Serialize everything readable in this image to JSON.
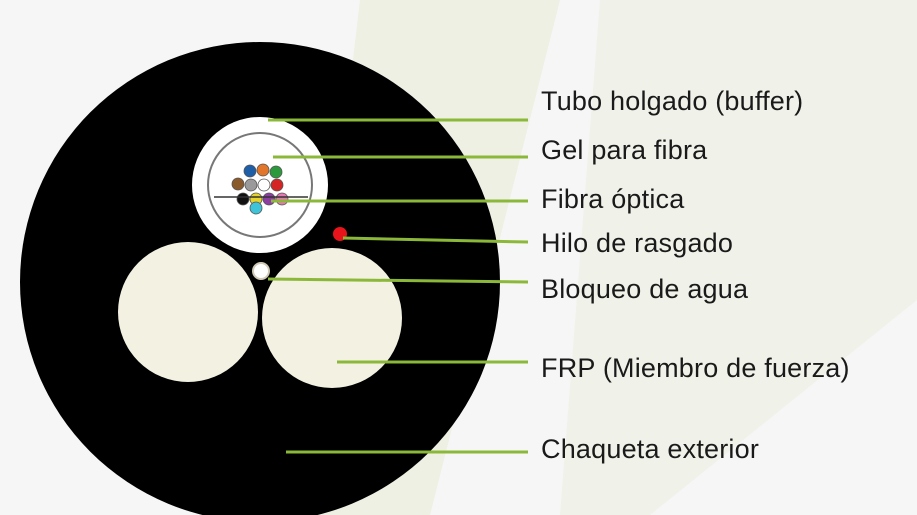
{
  "background_accent_color": "#c9d98a",
  "leader_line_color": "#8cb83a",
  "cable": {
    "jacket_color": "#000000",
    "frp_color": "#f2f1e2",
    "tube_color": "#ffffff",
    "ripcord_color": "#e8141c"
  },
  "labels": [
    {
      "text": "Tubo holgado (buffer)"
    },
    {
      "text": "Gel para fibra"
    },
    {
      "text": "Fibra óptica"
    },
    {
      "text": "Hilo de rasgado"
    },
    {
      "text": "Bloqueo de agua"
    },
    {
      "text": "FRP (Miembro de fuerza)"
    },
    {
      "text": "Chaqueta exterior"
    }
  ],
  "fiber_colors": [
    "#1f5fa8",
    "#e2762a",
    "#2c9a3c",
    "#8a5a2b",
    "#9a9a9a",
    "#ffffff",
    "#d42424",
    "#111111",
    "#e5d22a",
    "#8c3fa0",
    "#e477b4",
    "#3fc3d8"
  ]
}
